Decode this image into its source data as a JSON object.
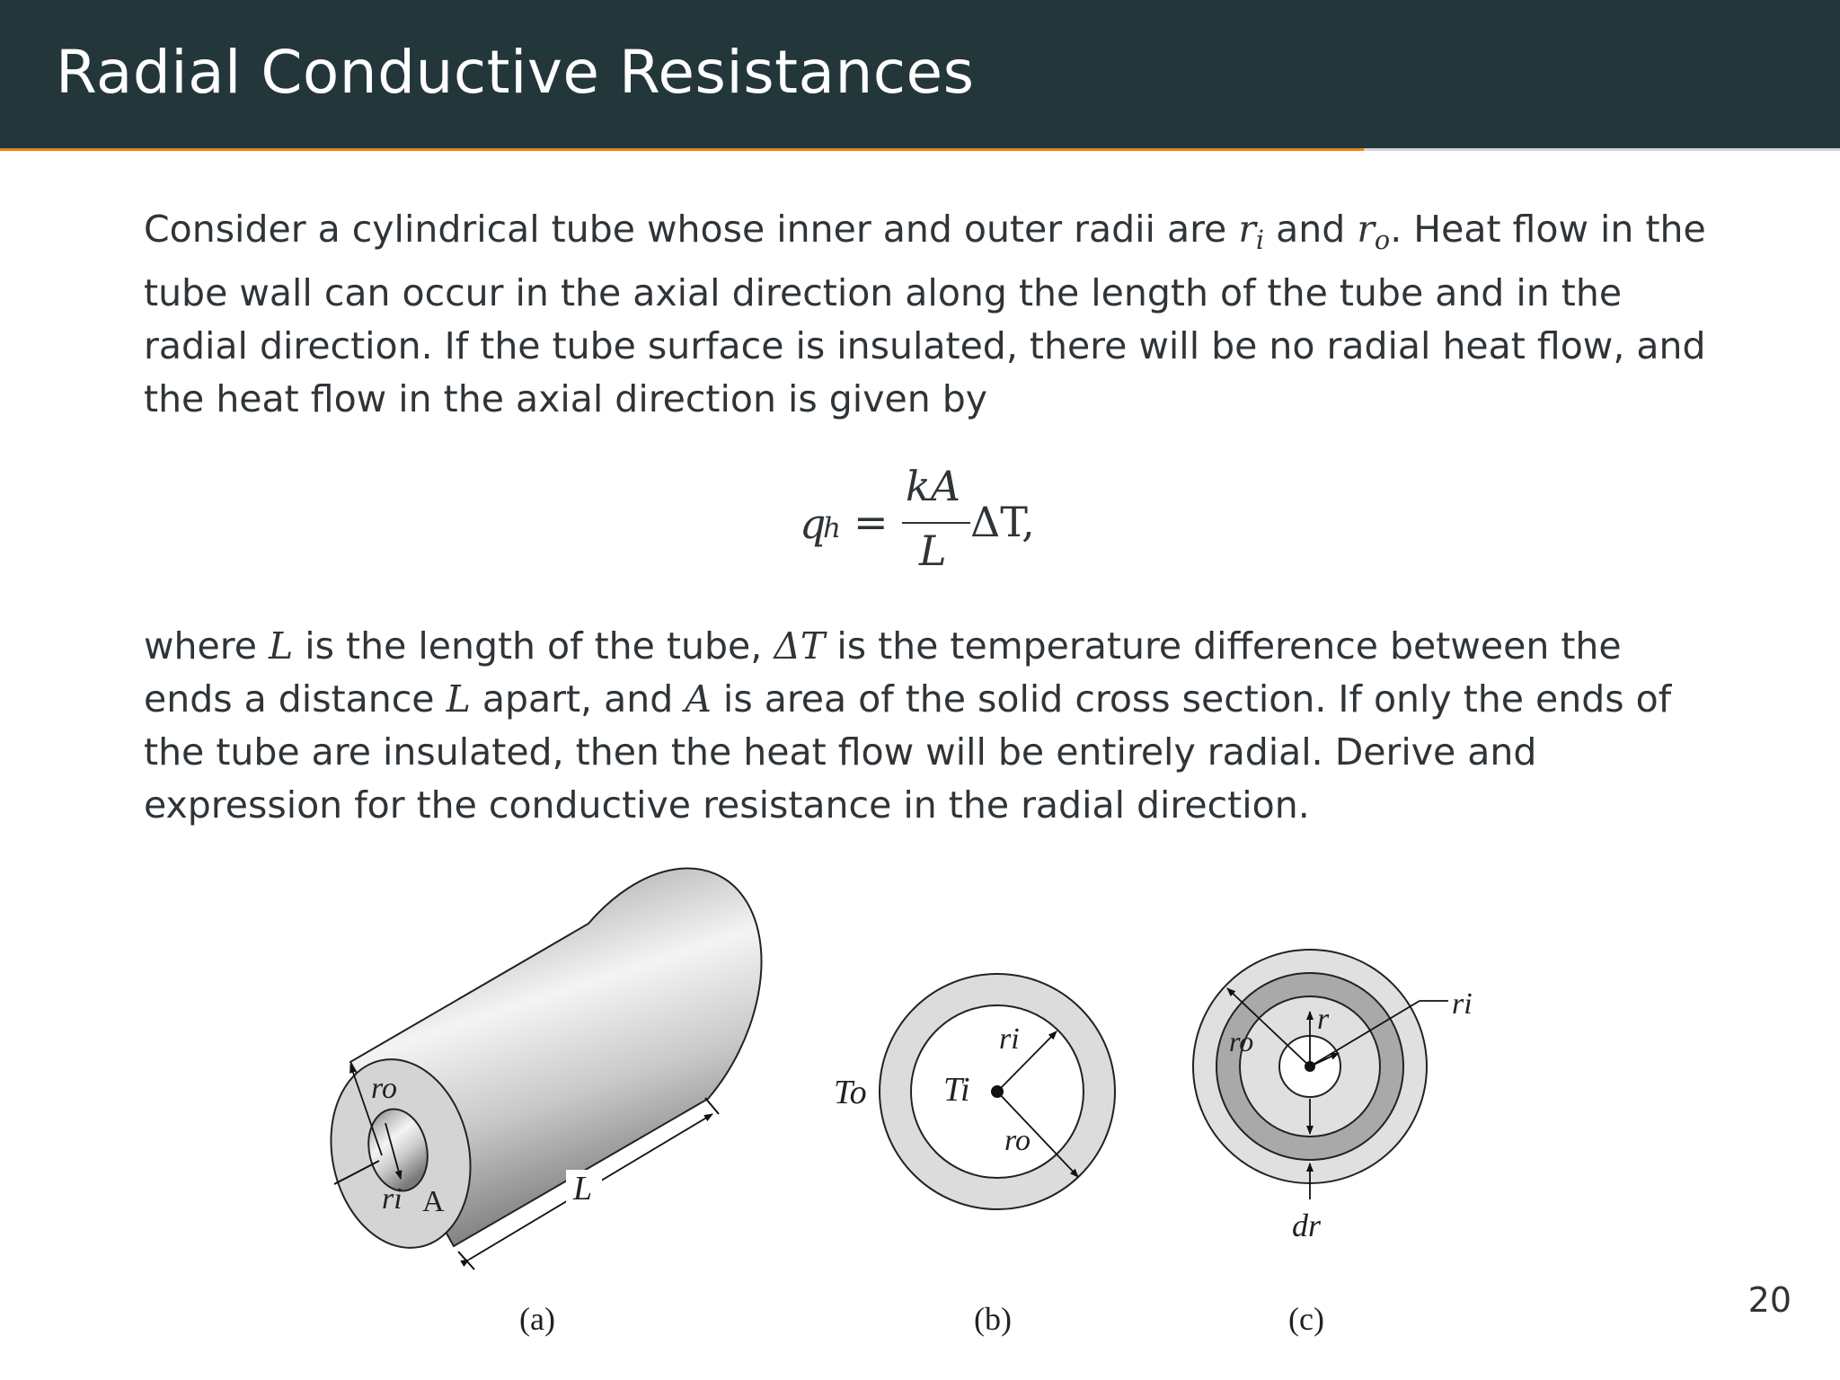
{
  "slide": {
    "title": "Radial Conductive Resistances",
    "page_number": "20"
  },
  "paragraph1": {
    "t1": "Consider a cylindrical tube whose inner and outer radii are ",
    "ri_base": "r",
    "ri_sub": "i",
    "t2": " and ",
    "ro_base": "r",
    "ro_sub": "o",
    "t3": ". Heat flow in the tube wall can occur in the axial direction along the length of the tube and in the radial direction. If the tube surface is insulated, there will be no radial heat flow, and the heat flow in the axial direction is given by"
  },
  "equation": {
    "lhs_base": "q",
    "lhs_sub": "h",
    "equals": "=",
    "numerator": "kA",
    "denominator": "L",
    "tail": "ΔT,"
  },
  "paragraph2": {
    "t1": "where ",
    "v1": "L",
    "t2": " is the length of the tube, ",
    "v2": "ΔT",
    "t3": " is the temperature difference between the ends a distance ",
    "v3": "L",
    "t4": " apart, and ",
    "v4": "A",
    "t5": " is area of the solid cross section. If only the ends of the tube are insulated, then the heat flow will be entirely radial. Derive and expression for the conductive resistance in the radial direction."
  },
  "figure": {
    "a": {
      "caption": "(a)",
      "ro": "ro",
      "ri": "ri",
      "area": "A",
      "length": "L"
    },
    "b": {
      "caption": "(b)",
      "To": "To",
      "Ti": "Ti",
      "ri": "ri",
      "ro": "ro"
    },
    "c": {
      "caption": "(c)",
      "ri": "ri",
      "ro": "ro",
      "r": "r",
      "dr": "dr"
    }
  },
  "colors": {
    "titlebar": "#23373b",
    "accent": "#eb811b",
    "annulus_light": "#dcdcdc",
    "annulus_dark": "#a9a9a9"
  }
}
